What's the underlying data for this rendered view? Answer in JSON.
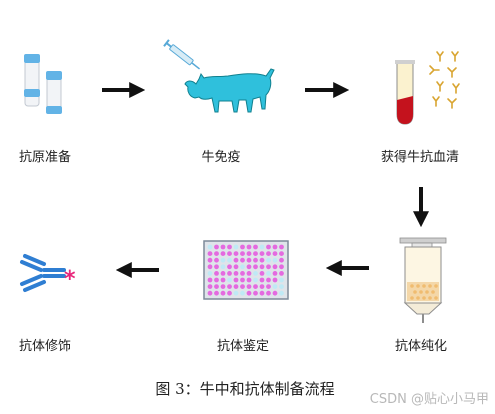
{
  "steps": [
    {
      "label": "抗原准备",
      "icon": "antigen-vials-icon"
    },
    {
      "label": "牛免疫",
      "icon": "cow-injection-icon"
    },
    {
      "label": "获得牛抗血清",
      "icon": "blood-tube-antibodies-icon"
    },
    {
      "label": "抗体纯化",
      "icon": "purification-column-icon"
    },
    {
      "label": "抗体鉴定",
      "icon": "microplate-icon"
    },
    {
      "label": "抗体修饰",
      "icon": "labeled-antibody-icon"
    }
  ],
  "caption": "图 3：牛中和抗体制备流程",
  "watermark": "CSDN @贴心小马甲",
  "colors": {
    "cow": "#2fc0dc",
    "vial_cap": "#62b3e6",
    "blood": "#c4121d",
    "antibody": "#2f7ed2",
    "antibody_small": "#d9a531",
    "star": "#e8267b",
    "plate_well_pink": "#e46ae0",
    "plate_well_blue": "#bfe9f5",
    "arrow": "#111111"
  }
}
